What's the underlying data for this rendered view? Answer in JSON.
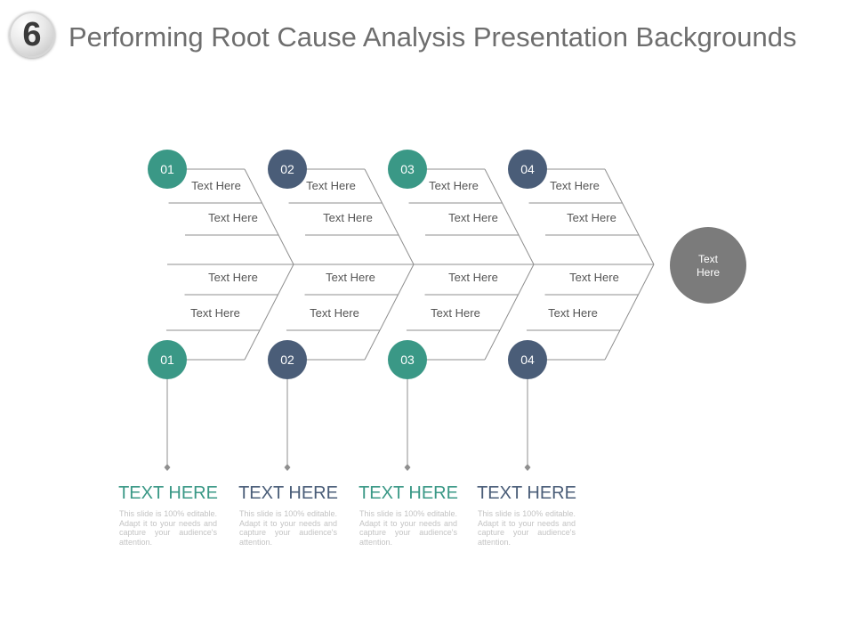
{
  "logo": {
    "number": "6"
  },
  "title": "Performing Root Cause Analysis Presentation Backgrounds",
  "colors": {
    "teal": "#3a9886",
    "navy": "#4a5d78",
    "gray": "#7b7b7b",
    "line": "#8f8f8f"
  },
  "head": {
    "line1": "Text",
    "line2": "Here"
  },
  "top_badges": [
    {
      "label": "01",
      "color": "teal"
    },
    {
      "label": "02",
      "color": "navy"
    },
    {
      "label": "03",
      "color": "teal"
    },
    {
      "label": "04",
      "color": "navy"
    }
  ],
  "bottom_badges": [
    {
      "label": "01",
      "color": "teal"
    },
    {
      "label": "02",
      "color": "navy"
    },
    {
      "label": "03",
      "color": "teal"
    },
    {
      "label": "04",
      "color": "navy"
    }
  ],
  "top_bones": [
    [
      "Text Here",
      "Text Here"
    ],
    [
      "Text Here",
      "Text Here"
    ],
    [
      "Text Here",
      "Text Here"
    ],
    [
      "Text Here",
      "Text Here"
    ]
  ],
  "bottom_bones": [
    [
      "Text Here",
      "Text Here"
    ],
    [
      "Text Here",
      "Text Here"
    ],
    [
      "Text Here",
      "Text Here"
    ],
    [
      "Text Here",
      "Text Here"
    ]
  ],
  "captions": [
    {
      "title": "TEXT HERE",
      "color": "teal",
      "body": "This slide is 100% editable. Adapt it to your needs and capture your audience's attention."
    },
    {
      "title": "TEXT HERE",
      "color": "navy",
      "body": "This slide is 100% editable. Adapt it to your needs and capture your audience's attention."
    },
    {
      "title": "TEXT HERE",
      "color": "teal",
      "body": "This slide is 100% editable. Adapt it to your needs and capture your audience's attention."
    },
    {
      "title": "TEXT HERE",
      "color": "navy",
      "body": "This slide is 100% editable. Adapt it to your needs and capture your audience's attention."
    }
  ]
}
